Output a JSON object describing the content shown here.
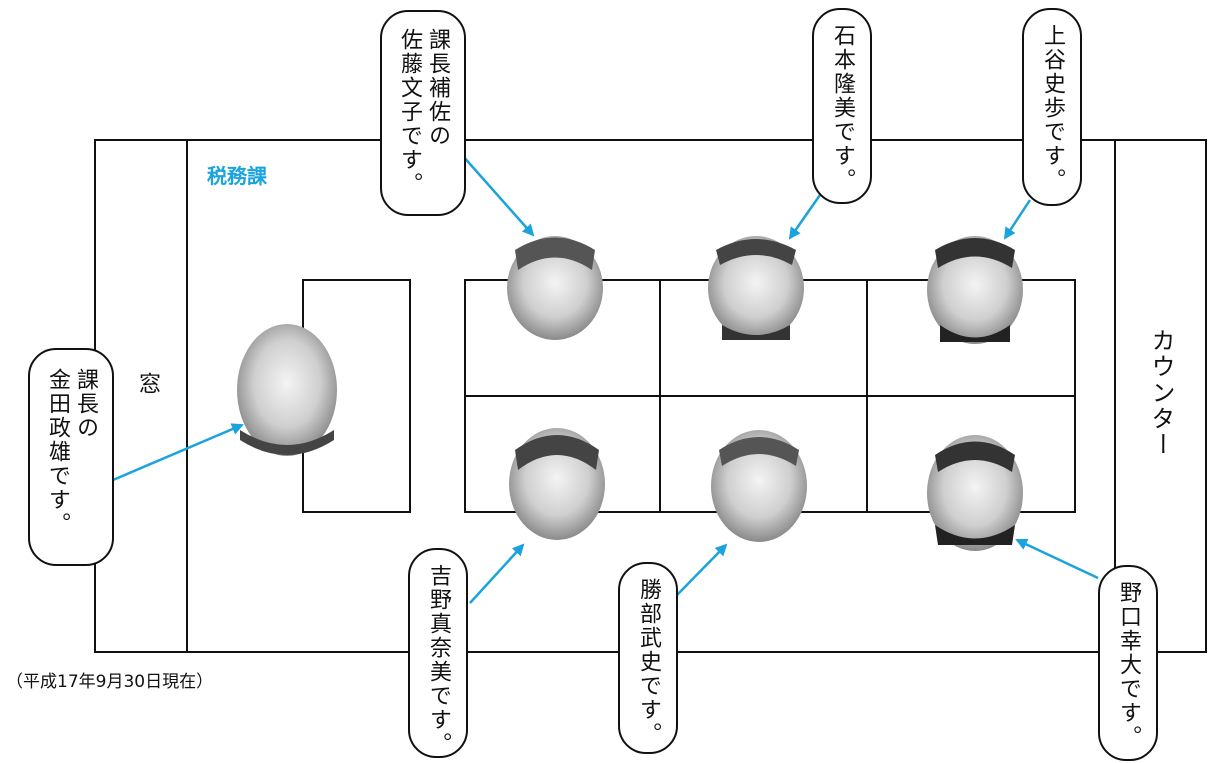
{
  "department": "税務課",
  "as_of": "（平成17年9月30日現在）",
  "labels": {
    "window": "窓",
    "counter": "カウンター"
  },
  "staff": [
    {
      "caption": "課長の\n金田政雄です。"
    },
    {
      "caption": "課長補佐の\n佐藤文子です。"
    },
    {
      "caption": "石本隆美です。"
    },
    {
      "caption": "上谷史歩です。"
    },
    {
      "caption": "吉野真奈美です。"
    },
    {
      "caption": "勝部武史です。"
    },
    {
      "caption": "野口幸大です。"
    }
  ],
  "colors": {
    "accent": "#1aa3dc",
    "line": "#111111"
  }
}
